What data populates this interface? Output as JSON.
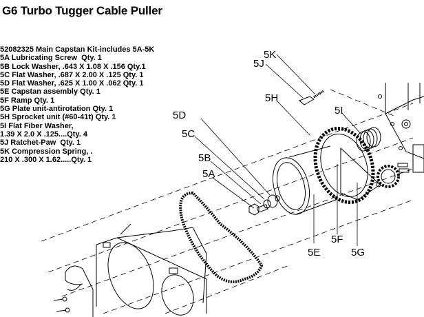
{
  "title": "G6 Turbo Tugger Cable Puller",
  "parts_list": [
    "52082325 Main Capstan Kit-includes 5A-5K",
    "5A Lubricating Screw  Qty. 1",
    "5B Lock Washer, .643 X 1.08 X .156 Qty.1",
    "5C Flat Washer, .687 X 2.00 X .125 Qty. 1",
    "5D Flat Washer, .625 X 1.00 X .062 Qty. 1",
    "5E Capstan assembly Qty. 1",
    "5F Ramp Qty. 1",
    "5G Plate unit-antirotation Qty. 1",
    "5H Sprocket unit (#60-41t) Qty. 1",
    "5I Flat Fiber Washer,",
    "1.39 X 2.0 X .125....Qty. 4",
    "5J Ratchet-Paw  Qty. 1",
    "5K Compression Spring, .",
    "210 X .300 X 1.62.....Qty. 1"
  ],
  "callouts": {
    "5A": "5A",
    "5B": "5B",
    "5C": "5C",
    "5D": "5D",
    "5E": "5E",
    "5F": "5F",
    "5G": "5G",
    "5H": "5H",
    "5I": "5I",
    "5J": "5J",
    "5K": "5K"
  }
}
